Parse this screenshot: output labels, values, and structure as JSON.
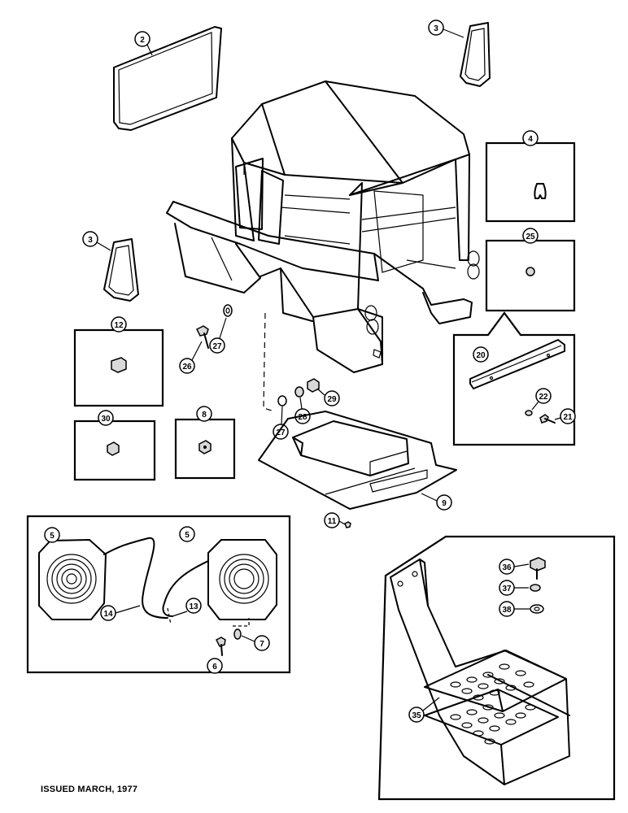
{
  "callouts": {
    "c2": "2",
    "c3a": "3",
    "c3b": "3",
    "c4": "4",
    "c25": "25",
    "c12": "12",
    "c26": "26",
    "c27a": "27",
    "c27b": "27",
    "c28": "28",
    "c29": "29",
    "c20": "20",
    "c22": "22",
    "c21": "21",
    "c30": "30",
    "c8": "8",
    "c9": "9",
    "c11": "11",
    "c5a": "5",
    "c5b": "5",
    "c14": "14",
    "c13": "13",
    "c6": "6",
    "c7": "7",
    "c36": "36",
    "c37": "37",
    "c38": "38",
    "c35": "35"
  },
  "footer": {
    "issued": "ISSUED MARCH, 1977"
  }
}
